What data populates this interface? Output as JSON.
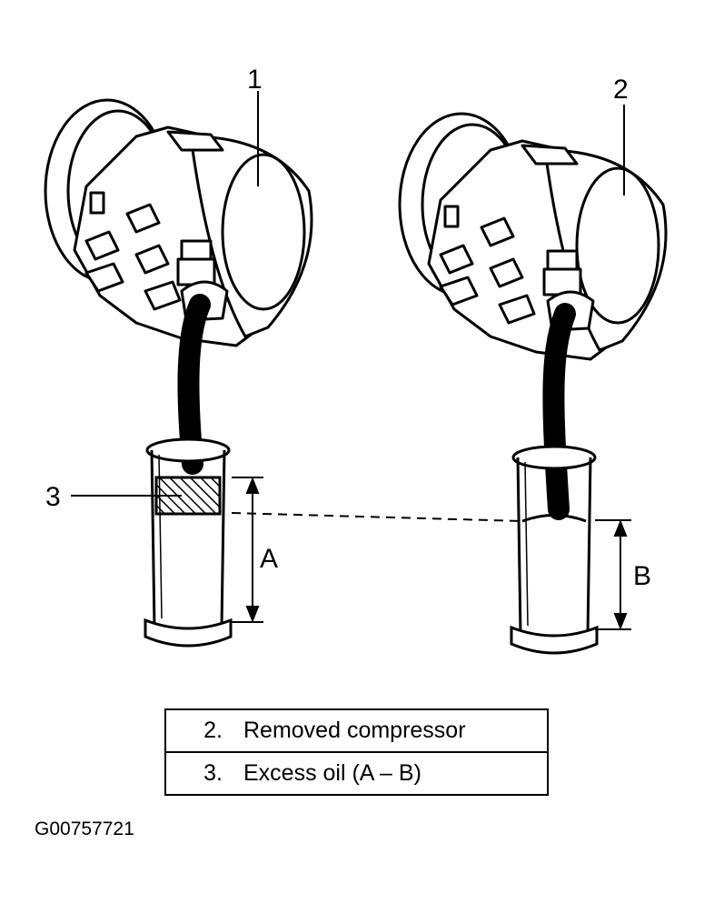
{
  "callouts": {
    "left_compressor": "1",
    "right_compressor": "2",
    "excess_oil": "3",
    "dim_a": "A",
    "dim_b": "B"
  },
  "legend": [
    {
      "num": "2.",
      "text": "Removed compressor"
    },
    {
      "num": "3.",
      "text": "Excess oil (A – B)"
    }
  ],
  "figure_id": "G00757721"
}
